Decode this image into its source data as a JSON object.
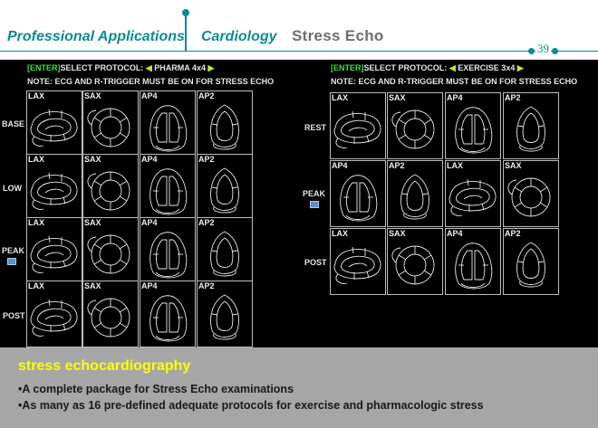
{
  "header": {
    "section": "Professional Applications",
    "subsection": "Cardiology",
    "title": "Stress Echo",
    "page_number": "39"
  },
  "left_panel": {
    "select_key": "[ENTER]",
    "select_text": "SELECT PROTOCOL:",
    "protocol": "PHARMA 4x4",
    "note": "NOTE: ECG AND R-TRIGGER MUST BE ON FOR STRESS ECHO",
    "rows": [
      {
        "label": "BASE",
        "views": [
          "LAX",
          "SAX",
          "AP4",
          "AP2"
        ]
      },
      {
        "label": "LOW",
        "views": [
          "LAX",
          "SAX",
          "AP4",
          "AP2"
        ]
      },
      {
        "label": "PEAK",
        "views": [
          "LAX",
          "SAX",
          "AP4",
          "AP2"
        ]
      },
      {
        "label": "POST",
        "views": [
          "LAX",
          "SAX",
          "AP4",
          "AP2"
        ]
      }
    ]
  },
  "right_panel": {
    "select_key": "[ENTER]",
    "select_text": "SELECT PROTOCOL:",
    "protocol": "EXERCISE 3x4",
    "note": "NOTE: ECG AND R-TRIGGER MUST BE ON FOR STRESS ECHO",
    "rows": [
      {
        "label": "REST",
        "views": [
          "LAX",
          "SAX",
          "AP4",
          "AP2"
        ]
      },
      {
        "label": "PEAK",
        "views": [
          "AP4",
          "AP2",
          "LAX",
          "SAX"
        ]
      },
      {
        "label": "POST",
        "views": [
          "LAX",
          "SAX",
          "AP4",
          "AP2"
        ]
      }
    ]
  },
  "bottom": {
    "title": "stress echocardiography",
    "bullets": [
      "•A  complete package for Stress Echo examinations",
      "•As many as 16 pre-defined adequate protocols for exercise and pharmacologic stress"
    ]
  },
  "icons": {
    "left_arrow": "left-arrow-icon",
    "right_arrow": "right-arrow-icon",
    "peak_marker": "heart-monitor-icon"
  },
  "colors": {
    "accent_teal": "#0f8a93",
    "header_title_gray": "#6e6e6e",
    "enter_key_green": "#3adf3a",
    "arrow_yellow_green": "#b8f01e",
    "panel_gray": "#a6a6a6",
    "panel_title_yellow": "#ffff00"
  }
}
